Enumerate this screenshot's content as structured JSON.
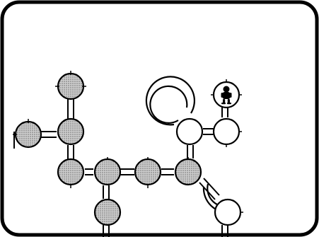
{
  "game": {
    "board": {
      "type": "tube-and-bubble maze",
      "palette": {
        "background": "#ffffff",
        "ink": "#000000",
        "shade": "#bdbdbd"
      }
    },
    "nodes": [
      {
        "name": "node-top-left",
        "state": "filled"
      },
      {
        "name": "node-left-far",
        "state": "filled"
      },
      {
        "name": "node-left-center",
        "state": "filled"
      },
      {
        "name": "node-left-lower",
        "state": "filled"
      },
      {
        "name": "node-bottom-center",
        "state": "filled"
      },
      {
        "name": "node-bottom-lower",
        "state": "filled"
      },
      {
        "name": "node-bottom-right",
        "state": "filled"
      },
      {
        "name": "node-right-junction",
        "state": "filled"
      },
      {
        "name": "node-right-upper",
        "state": "empty"
      },
      {
        "name": "node-right-top-player",
        "state": "player"
      },
      {
        "name": "node-right-middle",
        "state": "empty"
      },
      {
        "name": "node-bottom-right-exit",
        "state": "empty"
      },
      {
        "name": "node-loop-top",
        "state": "loop"
      },
      {
        "name": "node-loop-bottom",
        "state": "loop"
      }
    ],
    "player": {
      "icon": "player-figure-icon"
    }
  }
}
